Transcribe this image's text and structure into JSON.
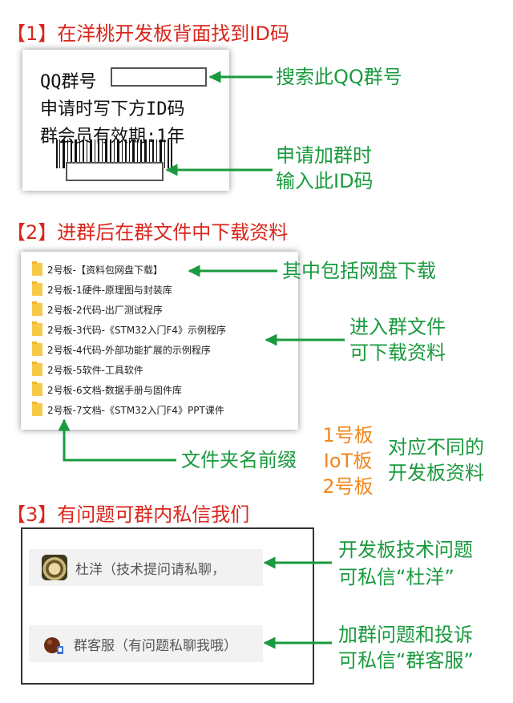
{
  "step1": {
    "title": "【1】在洋桃开发板背面找到ID码",
    "card": {
      "qq_label": "QQ群号",
      "line2": "申请时写下方ID码",
      "line3": "群会员有效期:1年"
    },
    "note_qq": "搜索此QQ群号",
    "note_id_1": "申请加群时",
    "note_id_2": "输入此ID码"
  },
  "step2": {
    "title": "【2】进群后在群文件中下载资料",
    "files": [
      "2号板-【资料包网盘下载】",
      "2号板-1硬件-原理图与封装库",
      "2号板-2代码-出厂测试程序",
      "2号板-3代码-《STM32入门F4》示例程序",
      "2号板-4代码-外部功能扩展的示例程序",
      "2号板-5软件-工具软件",
      "2号板-6文档-数据手册与固件库",
      "2号板-7文档-《STM32入门F4》PPT课件"
    ],
    "note_netdisk": "其中包括网盘下载",
    "note_download_1": "进入群文件",
    "note_download_2": "可下载资料",
    "note_prefix": "文件夹名前缀",
    "prefixes": [
      "1号板",
      "IoT板",
      "2号板"
    ],
    "note_boards_1": "对应不同的",
    "note_boards_2": "开发板资料"
  },
  "step3": {
    "title": "【3】有问题可群内私信我们",
    "contacts": [
      {
        "name": "杜洋（技术提问请私聊，"
      },
      {
        "name": "群客服（有问题私聊我哦）"
      }
    ],
    "note_tech_1": "开发板技术问题",
    "note_tech_2": "可私信“杜洋”",
    "note_service_1": "加群问题和投诉",
    "note_service_2": "可私信“群客服”"
  },
  "colors": {
    "step_title": "#d9261c",
    "annotation": "#1a9a3e",
    "prefix": "#f0871f",
    "folder": "#f7c948"
  }
}
